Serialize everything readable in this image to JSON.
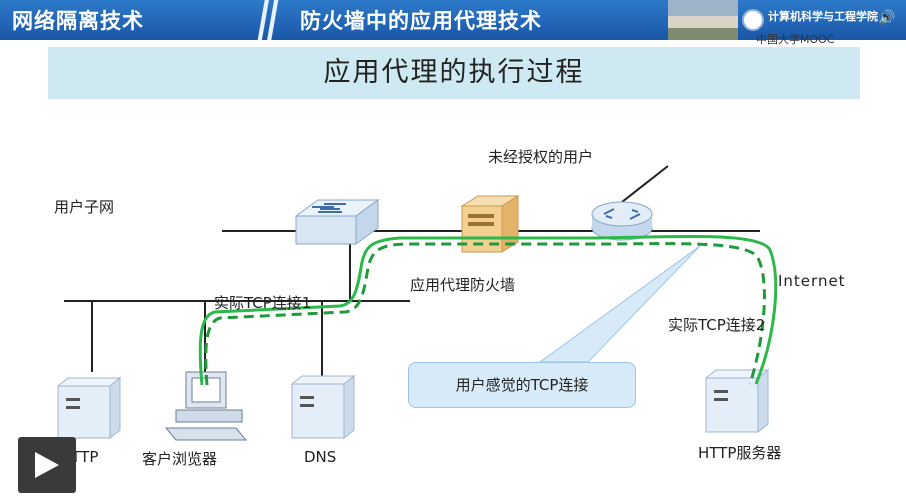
{
  "header": {
    "course_title": "网络隔离技术",
    "lecture_title": "防火墙中的应用代理技术",
    "school_name": "计算机科学与工程学院",
    "mooc_mark": "中国大学MOOC"
  },
  "slide": {
    "title": "应用代理的执行过程"
  },
  "diagram": {
    "labels": {
      "user_subnet": "用户子网",
      "unauthorized_user": "未经授权的用户",
      "proxy_firewall": "应用代理防火墙",
      "internet": "Internet",
      "actual_tcp_1": "实际TCP连接1",
      "actual_tcp_2": "实际TCP连接2",
      "perceived_tcp": "用户感觉的TCP连接",
      "http_server_left": "HTTP",
      "client_browser": "客户浏览器",
      "dns": "DNS",
      "http_server_right": "HTTP服务器"
    },
    "colors": {
      "solid_path": "#2db84a",
      "dashed_path": "#1f9a3a",
      "network_line": "#222222",
      "device_fill": "#e4eef8",
      "callout_fill": "#d6eaf8"
    }
  }
}
